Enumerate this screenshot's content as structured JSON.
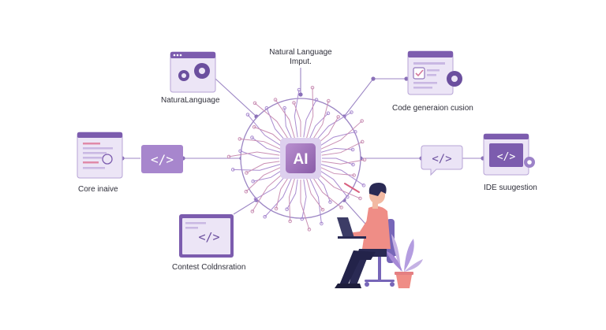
{
  "center": {
    "label": "AI"
  },
  "nodes": {
    "natural_language_input": {
      "label_line1": "Natural Language",
      "label_line2": "Imput."
    },
    "natural_language": {
      "label": "NaturaLanguage"
    },
    "code_generation": {
      "label": "Code generaion cusion"
    },
    "core_insight": {
      "label": "Core inaive"
    },
    "ide_suggestion": {
      "label": "IDE suugestion"
    },
    "context_consideration": {
      "label": "Contest Coldnsration"
    }
  },
  "code_symbol": "</>",
  "colors": {
    "accent": "#7c5cae",
    "accent_light": "#d9cdee",
    "panel_bg": "#eee8f7",
    "pink": "#d4789c",
    "shirt": "#ef8d86",
    "pants": "#2a2a54"
  }
}
